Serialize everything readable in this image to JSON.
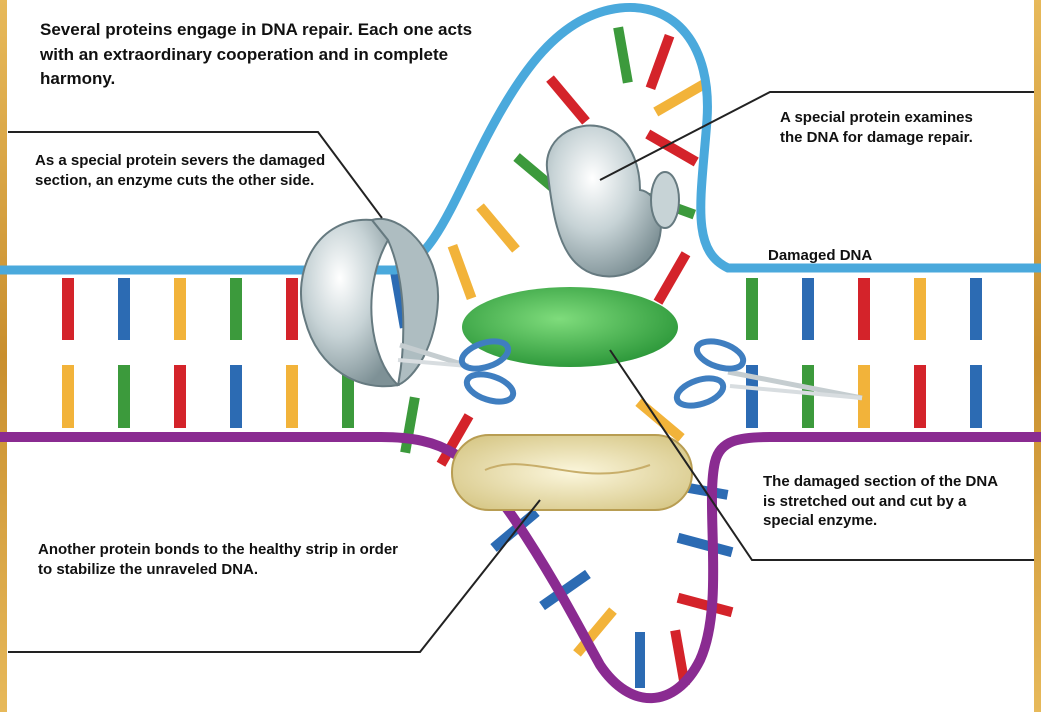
{
  "captions": {
    "intro": "Several proteins engage in DNA repair. Each one acts with an extraordinary cooperation and in complete harmony.",
    "sever": "As a special protein severs the damaged section, an enzyme cuts the other side.",
    "examine": "A special protein examines the DNA for damage repair.",
    "damaged": "Damaged DNA",
    "cut": "The damaged section of the DNA is stretched out and cut by a special enzyme.",
    "bond": "Another protein bonds to the healthy strip in order to stabilize the unraveled DNA."
  },
  "colors": {
    "background": "#ffffff",
    "frame": "#d9a441",
    "top_strand": "#4aa9dc",
    "bottom_strand": "#8a2b91",
    "base_red": "#d4232a",
    "base_blue": "#2c6bb3",
    "base_green": "#3c9a3c",
    "base_yellow": "#f2b33a",
    "green_enzyme": "#39b54a",
    "stabilizer_protein": "#e8dfb0",
    "leader_line": "#222222"
  },
  "icons": [
    "scissors-left-icon",
    "scissors-right-icon"
  ]
}
